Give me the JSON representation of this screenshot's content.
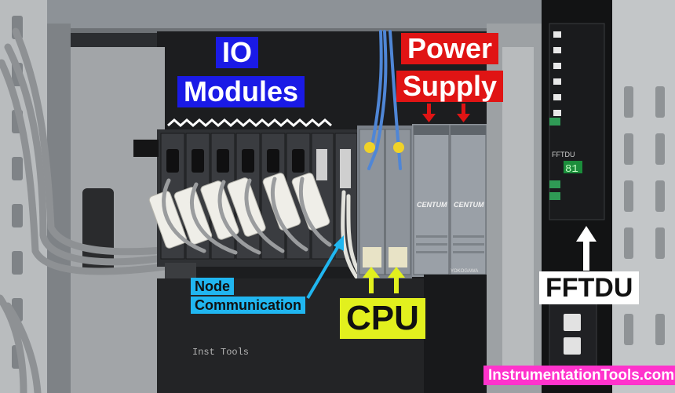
{
  "labels": {
    "io_line1": "IO",
    "io_line2": "Modules",
    "power_line1": "Power",
    "power_line2": "Supply",
    "node_line1": "Node",
    "node_line2": "Communication",
    "cpu": "CPU",
    "fftdu": "FFTDU",
    "website": "InstrumentationTools.com"
  },
  "module_marks": {
    "brand_1": "CENTUM",
    "brand_2": "CENTUM",
    "maker": "YOKOGAWA",
    "panel_tag": "FFTDU",
    "display_value": "81",
    "stamp": "Inst Tools"
  },
  "colors": {
    "io_bg": "#1a1ae6",
    "power_bg": "#e01414",
    "node_bg": "#20b6f0",
    "cpu_bg": "#e2f01e",
    "site_bg": "#ff33cc",
    "arrow_white": "#ffffff",
    "arrow_red": "#e01414",
    "arrow_yellow": "#e2f01e",
    "arrow_blue": "#20b6f0"
  }
}
